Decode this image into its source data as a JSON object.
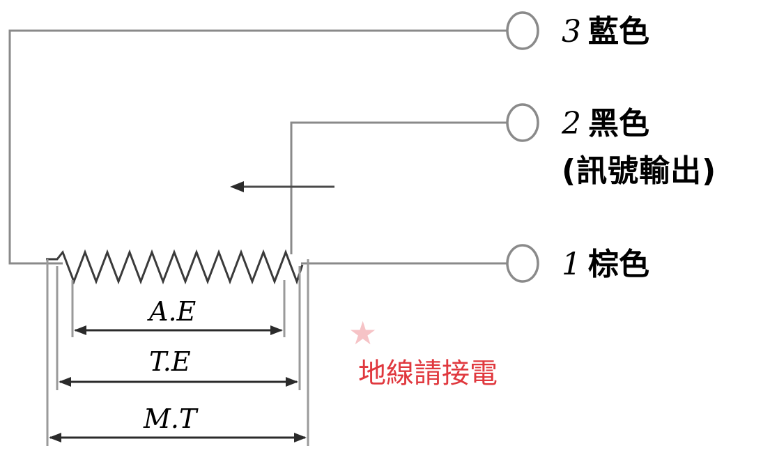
{
  "terminals": [
    {
      "number": "3",
      "label": "藍色"
    },
    {
      "number": "2",
      "label": "黑色",
      "sublabel": "(訊號輸出)"
    },
    {
      "number": "1",
      "label": "棕色"
    }
  ],
  "dimensions": {
    "ae": "A.E",
    "te": "T.E",
    "mt": "M.T"
  },
  "note": {
    "text": "地線請接電",
    "color": "#e0383e",
    "icon": "star-icon"
  }
}
